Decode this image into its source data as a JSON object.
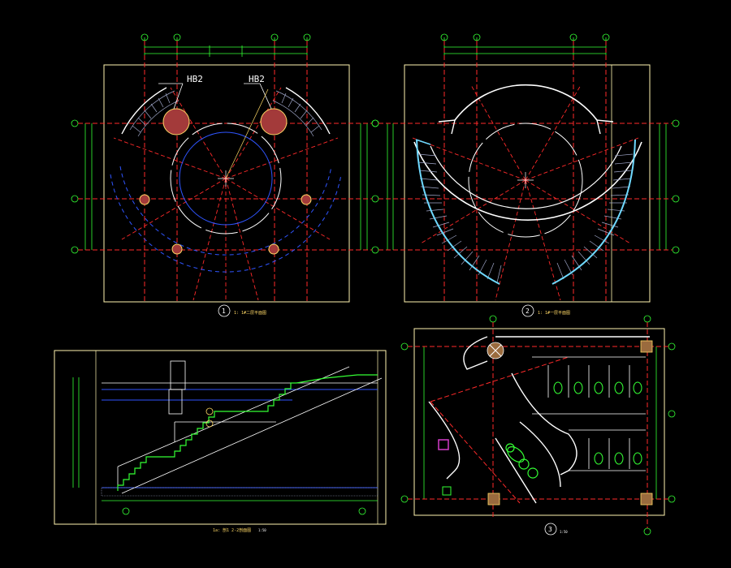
{
  "colors": {
    "background": "#000000",
    "axis": "#ff2a2a",
    "grid": "#ffd966",
    "dimension": "#34ff34",
    "structure": "#ffffff",
    "dash_blue": "#2f55ff",
    "column_fill": "#a33a3a",
    "stair": "#9fa6c8",
    "cyan": "#6fd9ff",
    "magenta": "#d23cc7",
    "wood": "#9a6b3e"
  },
  "plans": {
    "upper_left": {
      "callout_1": "HB2",
      "callout_2": "HB2",
      "title_number": "1",
      "title_text": "1: 1#二层平面图"
    },
    "upper_right": {
      "title_number": "2",
      "title_text": "1: 1#一层平面图"
    }
  },
  "section": {
    "title_text": "1a: 剖1  2-2剖面图",
    "scale": "1:50"
  },
  "toilet_plan": {
    "title_number": "3",
    "scale": "1:50"
  }
}
